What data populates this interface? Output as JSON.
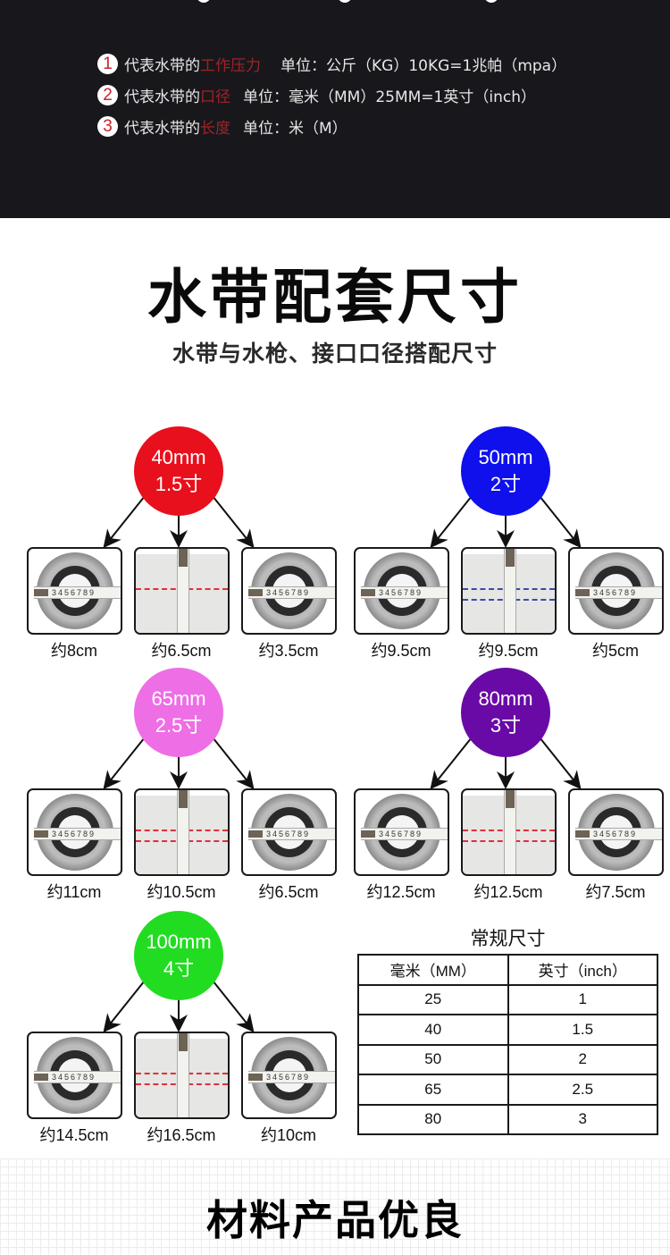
{
  "legend": {
    "items": [
      {
        "num": "1",
        "prefix": "代表水带的",
        "highlight": "工作压力",
        "unit": "单位：公斤（KG）10KG=1兆帕（mpa）"
      },
      {
        "num": "2",
        "prefix": "代表水带的",
        "highlight": "口径",
        "unit": "单位：毫米（MM）25MM=1英寸（inch）"
      },
      {
        "num": "3",
        "prefix": "代表水带的",
        "highlight": "长度",
        "unit": "单位：米（M）"
      }
    ],
    "colors": {
      "background": "#18181c",
      "highlight": "#9e2328",
      "number": "#c8232c"
    }
  },
  "header": {
    "title": "水带配套尺寸",
    "subtitle": "水带与水枪、接口口径搭配尺寸"
  },
  "groups": [
    {
      "size_mm": "40mm",
      "size_cun": "1.5寸",
      "color": "#e8101c",
      "items": [
        {
          "kind": "coupling",
          "caption": "约8cm"
        },
        {
          "kind": "hose-flat",
          "caption": "约6.5cm",
          "stripe": "red"
        },
        {
          "kind": "nozzle-ring",
          "caption": "约3.5cm"
        }
      ]
    },
    {
      "size_mm": "50mm",
      "size_cun": "2寸",
      "color": "#1010ec",
      "items": [
        {
          "kind": "coupling",
          "caption": "约9.5cm"
        },
        {
          "kind": "hose-flat",
          "caption": "约9.5cm",
          "stripe": "blue"
        },
        {
          "kind": "nozzle-ring",
          "caption": "约5cm"
        }
      ]
    },
    {
      "size_mm": "65mm",
      "size_cun": "2.5寸",
      "color": "#ee6ee6",
      "items": [
        {
          "kind": "coupling",
          "caption": "约11cm"
        },
        {
          "kind": "hose-flat",
          "caption": "约10.5cm",
          "stripe": "red"
        },
        {
          "kind": "nozzle-ring",
          "caption": "约6.5cm"
        }
      ]
    },
    {
      "size_mm": "80mm",
      "size_cun": "3寸",
      "color": "#6a0aa6",
      "items": [
        {
          "kind": "coupling",
          "caption": "约12.5cm"
        },
        {
          "kind": "hose-flat",
          "caption": "约12.5cm",
          "stripe": "red"
        },
        {
          "kind": "nozzle-ring",
          "caption": "约7.5cm"
        }
      ]
    },
    {
      "size_mm": "100mm",
      "size_cun": "4寸",
      "color": "#22dc22",
      "items": [
        {
          "kind": "coupling",
          "caption": "约14.5cm"
        },
        {
          "kind": "hose-flat",
          "caption": "约16.5cm",
          "stripe": "red"
        },
        {
          "kind": "nozzle-ring",
          "caption": "约10cm"
        }
      ]
    }
  ],
  "tape_marks": "3456789",
  "reference_table": {
    "title": "常规尺寸",
    "headers": [
      "毫米（MM）",
      "英寸（inch）"
    ],
    "rows": [
      [
        "25",
        "1"
      ],
      [
        "40",
        "1.5"
      ],
      [
        "50",
        "2"
      ],
      [
        "65",
        "2.5"
      ],
      [
        "80",
        "3"
      ]
    ]
  },
  "next_section": {
    "title": "材料产品优良"
  }
}
